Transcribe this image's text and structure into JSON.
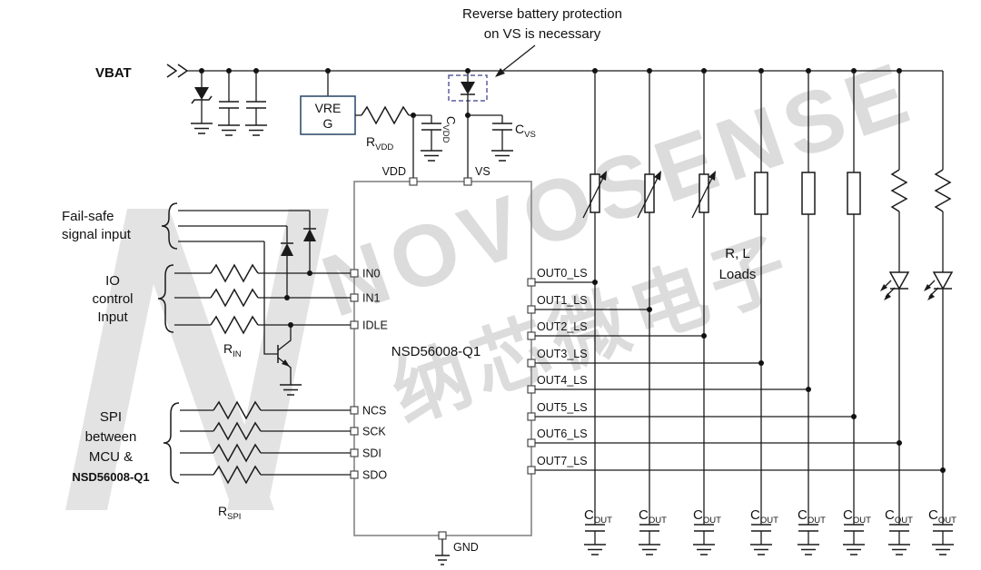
{
  "annotation": {
    "line1": "Reverse battery protection",
    "line2": "on VS is necessary"
  },
  "power": {
    "vbat": "VBAT",
    "vreg_line1": "VRE",
    "vreg_line2": "G",
    "r_vdd": {
      "main": "R",
      "sub": "VDD"
    },
    "c_vdd": {
      "main": "C",
      "sub": "VDD"
    },
    "c_vs": {
      "main": "C",
      "sub": "VS"
    }
  },
  "ic": {
    "name": "NSD56008-Q1",
    "top_pins": {
      "vdd": "VDD",
      "vs": "VS"
    },
    "bottom_pin": "GND",
    "left_pins": [
      "IN0",
      "IN1",
      "IDLE",
      "NCS",
      "SCK",
      "SDI",
      "SDO"
    ],
    "right_pins": [
      "OUT0_LS",
      "OUT1_LS",
      "OUT2_LS",
      "OUT3_LS",
      "OUT4_LS",
      "OUT5_LS",
      "OUT6_LS",
      "OUT7_LS"
    ]
  },
  "left": {
    "fail_safe": {
      "line1": "Fail-safe",
      "line2": "signal input"
    },
    "io": {
      "line1": "IO",
      "line2": "control",
      "line3": "Input"
    },
    "r_in": {
      "main": "R",
      "sub": "IN"
    },
    "spi": {
      "line1": "SPI",
      "line2": "between",
      "line3": "MCU &",
      "line4": "NSD56008-Q1"
    },
    "r_spi": {
      "main": "R",
      "sub": "SPI"
    }
  },
  "loads": {
    "label": {
      "line1": "R, L",
      "line2": "Loads"
    },
    "c_out": {
      "main": "C",
      "sub": "OUT"
    }
  },
  "watermark": {
    "brand": "NOVOSENSE",
    "cn": "纳芯微电子"
  }
}
